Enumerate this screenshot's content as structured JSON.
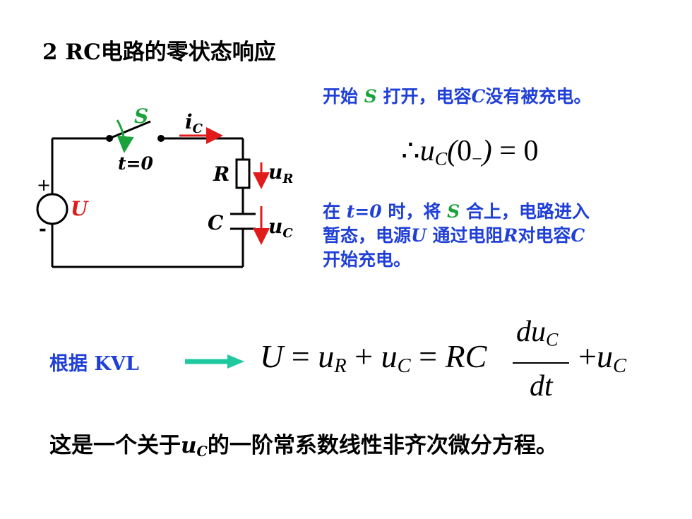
{
  "title": "2 RC电路的零状态响应",
  "note1": {
    "pre": "开始",
    "s": "S",
    "mid": "打开，电容",
    "c": "C",
    "post": "没有被充电。"
  },
  "initial": {
    "therefore": "∴",
    "u": "u",
    "sub": "C",
    "open": "(",
    "zero": "0",
    "minus": "−",
    "close": ")",
    "eq": "=",
    "rhs": "0"
  },
  "note2": {
    "l1_pre": "在",
    "l1_t": "t=0",
    "l1_mid": "时，将",
    "l1_s": "S",
    "l1_post": "合上，电路进入",
    "l2_pre": "暂态，电源",
    "l2_u": "U",
    "l2_mid": "通过电阻",
    "l2_r": "R",
    "l2_mid2": "对电容",
    "l2_c": "C",
    "l3": "开始充电。"
  },
  "kvl": {
    "label": "根据 KVL"
  },
  "equation": {
    "U": "U",
    "eq1": "=",
    "uR": "u",
    "uR_sub": "R",
    "plus1": "+",
    "uC": "u",
    "uC_sub": "C",
    "eq2": "=",
    "RC": "RC",
    "num_d": "du",
    "num_sub": "C",
    "den": "dt",
    "plus2": "+",
    "uC2": "u",
    "uC2_sub": "C"
  },
  "conclusion": {
    "pre": "这是一个关于",
    "u": "u",
    "sub": "C",
    "post": "的一阶常系数线性非齐次微分方程。"
  },
  "circuit": {
    "switch_label": "S",
    "current_label": "i",
    "current_sub": "C",
    "time_label": "t=0",
    "r_label": "R",
    "ur_label": "u",
    "ur_sub": "R",
    "c_label": "C",
    "uc_label": "u",
    "uc_sub": "C",
    "source_label": "U",
    "plus": "+",
    "minus": "-"
  },
  "colors": {
    "blue": "#1f3fd6",
    "green": "#1aa33a",
    "red": "#e11b1b",
    "teal": "#1fc9a0"
  }
}
